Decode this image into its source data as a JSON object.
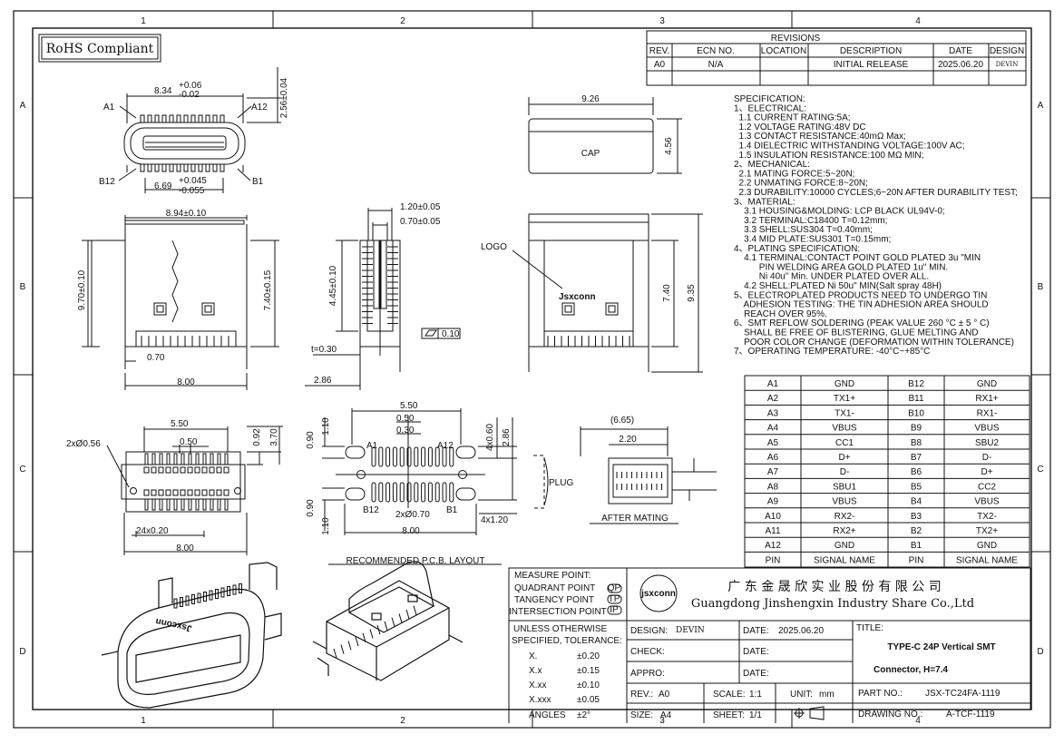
{
  "frame": {
    "cols": [
      "1",
      "2",
      "3",
      "4"
    ],
    "rows": [
      "A",
      "B",
      "C",
      "D"
    ]
  },
  "rohs": "RoHS Compliant",
  "revisions": {
    "title": "REVISIONS",
    "headers": [
      "REV.",
      "ECN NO.",
      "LOCATION",
      "DESCRIPTION",
      "DATE",
      "DESIGN"
    ],
    "row": [
      "A0",
      "N/A",
      "",
      "INITIAL RELEASE",
      "2025.06.20",
      "DEVIN"
    ]
  },
  "spec": [
    "SPECIFICATION:",
    "1、ELECTRICAL:",
    "  1.1 CURRENT RATING:5A;",
    "  1.2 VOLTAGE RATING:48V DC",
    "  1.3 CONTACT RESISTANCE:40mΩ Max;",
    "  1.4 DIELECTRIC WITHSTANDING VOLTAGE:100V AC;",
    "  1.5 INSULATION RESISTANCE:100 MΩ MIN;",
    "2、MECHANICAL:",
    "  2.1 MATING FORCE:5~20N;",
    "  2.2 UNMATING FORCE:8~20N;",
    "  2.3 DURABILITY:10000 CYCLES;6~20N AFTER DURABILITY TEST;",
    "3、MATERIAL:",
    "    3.1 HOUSING&MOLDING: LCP BLACK UL94V-0;",
    "    3.2 TERMINAL:C18400 T=0.12mm;",
    "    3.3 SHELL:SUS304 T=0.40mm;",
    "    3.4 MID PLATE:SUS301 T=0.15mm;",
    "4、PLATING SPECIFICATION:",
    "    4.1 TERMINAL:CONTACT POINT GOLD PLATED 3u \"MIN",
    "          PIN WELDING AREA GOLD PLATED 1u\" MIN.",
    "          Ni 40u\" Min. UNDER PLATED OVER ALL.",
    "    4.2 SHELL:PLATED Ni 50u\" MIN(Salt spray 48H)",
    "5、ELECTROPLATED PRODUCTS NEED TO UNDERGO TIN",
    "    ADHESION TESTING: THE TIN ADHESION AREA SHOULD",
    "    REACH OVER 95%.",
    "6、SMT REFLOW SOLDERING (PEAK VALUE 260 °C ± 5 ° C)",
    "    SHALL BE FREE OF BLISTERING, GLUE MELTING AND",
    "    POOR COLOR CHANGE (DEFORMATION WITHIN TOLERANCE)",
    "7、OPERATING TEMPERATURE: -40°C~+85°C"
  ],
  "pin_table": {
    "rows": [
      [
        "A1",
        "GND",
        "B12",
        "GND"
      ],
      [
        "A2",
        "TX1+",
        "B11",
        "RX1+"
      ],
      [
        "A3",
        "TX1-",
        "B10",
        "RX1-"
      ],
      [
        "A4",
        "VBUS",
        "B9",
        "VBUS"
      ],
      [
        "A5",
        "CC1",
        "B8",
        "SBU2"
      ],
      [
        "A6",
        "D+",
        "B7",
        "D-"
      ],
      [
        "A7",
        "D-",
        "B6",
        "D+"
      ],
      [
        "A8",
        "SBU1",
        "B5",
        "CC2"
      ],
      [
        "A9",
        "VBUS",
        "B4",
        "VBUS"
      ],
      [
        "A10",
        "RX2-",
        "B3",
        "TX2-"
      ],
      [
        "A11",
        "RX2+",
        "B2",
        "TX2+"
      ],
      [
        "A12",
        "GND",
        "B1",
        "GND"
      ]
    ],
    "footer": [
      "PIN",
      "SIGNAL NAME",
      "PIN",
      "SIGNAL NAME"
    ]
  },
  "dims": {
    "front_top": "8.34",
    "front_top_tol_plus": "+0.06",
    "front_top_tol_minus": "-0.02",
    "front_right": "2.56±0.04",
    "front_bottom": "6.69",
    "front_bottom_tol_plus": "+0.045",
    "front_bottom_tol_minus": "-0.055",
    "a1": "A1",
    "a12": "A12",
    "b12": "B12",
    "b1": "B1",
    "cap_width": "9.26",
    "cap_height": "4.56",
    "cap_label": "CAP",
    "side_top": "8.94±0.10",
    "side_left": "9.70±0.10",
    "side_right": "7.40±0.15",
    "side_070": "0.70",
    "side_800": "8.00",
    "mid_120": "1.20±0.05",
    "mid_070": "0.70±0.05",
    "mid_445": "4.45±0.10",
    "mid_t": "t=0.30",
    "mid_286": "2.86",
    "mid_flat": "0.10",
    "logo": "LOGO",
    "brand": "Jsxconn",
    "right_740": "7.40",
    "right_935": "9.35",
    "bot_550": "5.50",
    "bot_050": "0.50",
    "bot_2x056": "2xØ0.56",
    "bot_092": "0.92",
    "bot_370": "3.70",
    "bot_24x": "24x0.20",
    "bot_800": "8.00",
    "pcb_550": "5.50",
    "pcb_050": "0.50",
    "pcb_030": "0.30",
    "pcb_110a": "1.10",
    "pcb_090a": "0.90",
    "pcb_090b": "0.90",
    "pcb_110b": "1.10",
    "pcb_4x060": "4x0.60",
    "pcb_286": "2.86",
    "pcb_4x120": "4x1.20",
    "pcb_2x070": "2xØ0.70",
    "pcb_800": "8.00",
    "pcb_a1": "A1",
    "pcb_a12": "A12",
    "pcb_b12": "B12",
    "pcb_b1": "B1",
    "pcb_title": "RECOMMENDED  P.C.B.  LAYOUT",
    "mate_665": "(6.65)",
    "mate_220": "2.20",
    "mate_plug": "PLUG",
    "mate_title": "AFTER  MATING"
  },
  "title_block": {
    "measure": [
      "MEASURE POINT:",
      "QUADRANT POINT",
      "TANGENCY POINT",
      "INTERSECTION POINT"
    ],
    "measure_codes": [
      "QP",
      "TP",
      "IP"
    ],
    "company_logo": "jsxconn",
    "company_cn": "广 东 金 晟 欣 实 业 股 份 有 限 公 司",
    "company_en": "Guangdong Jinshengxin Industry Share Co.,Ltd",
    "tolerance_head": [
      "UNLESS OTHERWISE",
      "SPECIFIED, TOLERANCE:"
    ],
    "tolerances": [
      [
        "X.",
        "±0.20"
      ],
      [
        "X.x",
        "±0.15"
      ],
      [
        "X.xx",
        "±0.10"
      ],
      [
        "X.xxx",
        "±0.05"
      ],
      [
        "ANGLES",
        "±2°"
      ]
    ],
    "design_label": "DESIGN:",
    "design_value": "DEVIN",
    "date_label": "DATE:",
    "date_value": "2025.06.20",
    "check_label": "CHECK:",
    "appro_label": "APPRO:",
    "title_label": "TITLE:",
    "title_line1": "TYPE-C 24P Vertical SMT",
    "title_line2": "Connector, H=7.4",
    "rev_label": "REV.:",
    "rev_value": "A0",
    "scale_label": "SCALE:",
    "scale_value": "1:1",
    "unit_label": "UNIT:",
    "unit_value": "mm",
    "part_label": "PART NO.:",
    "part_value": "JSX-TC24FA-1119",
    "size_label": "SIZE:",
    "size_value": "A4",
    "sheet_label": "SHEET:",
    "sheet_value": "1/1",
    "drawing_label": "DRAWING NO.:",
    "drawing_value": "A-TCF-1119"
  }
}
